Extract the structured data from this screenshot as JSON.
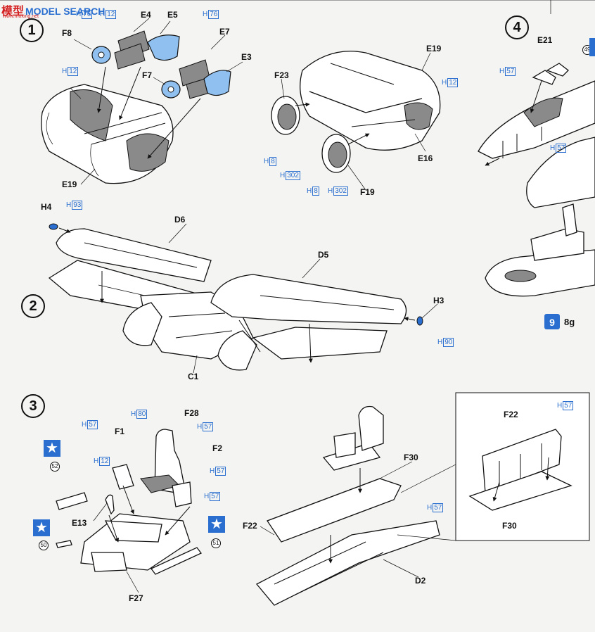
{
  "watermark": {
    "brand": "模型",
    "search": "MODEL SEARCH",
    "url": "www.moxing.net"
  },
  "steps": {
    "s1": "1",
    "s2": "2",
    "s3": "3",
    "s4": "4"
  },
  "parts": {
    "F8": "F8",
    "E4": "E4",
    "E5": "E5",
    "E7": "E7",
    "E3": "E3",
    "F7": "F7",
    "E19a": "E19",
    "F23": "F23",
    "E19b": "E19",
    "E16": "E16",
    "F19": "F19",
    "E21": "E21",
    "H4": "H4",
    "D6": "D6",
    "D5": "D5",
    "H3": "H3",
    "C1": "C1",
    "F28": "F28",
    "F1": "F1",
    "F2": "F2",
    "E13": "E13",
    "F27": "F27",
    "F30a": "F30",
    "F22a": "F22",
    "D2": "D2",
    "F22b": "F22",
    "F30b": "F30"
  },
  "paint": {
    "h76a": "76",
    "h12a": "12",
    "h76b": "76",
    "h12b": "12",
    "h12c": "12",
    "h8a": "8",
    "h302a": "302",
    "h8b": "8",
    "h302b": "302",
    "h57a": "57",
    "h57b": "57",
    "h93": "93",
    "h90": "90",
    "h80": "80",
    "h57c": "57",
    "h57d": "57",
    "h12d": "12",
    "h57e": "57",
    "h57f": "57",
    "h57g": "57",
    "h57h": "57",
    "prefix": "H"
  },
  "decals": {
    "d49": "49",
    "d52": "52",
    "d50": "50",
    "d51": "51"
  },
  "bag": {
    "icon": "9",
    "label": "8g"
  },
  "icons": {
    "star": "star-icon",
    "bag": "parts-bag-icon"
  },
  "colors": {
    "paint_ref": "#2a6fd0",
    "part_blue": "#8fc0f0",
    "shade": "#8a8a8a"
  }
}
